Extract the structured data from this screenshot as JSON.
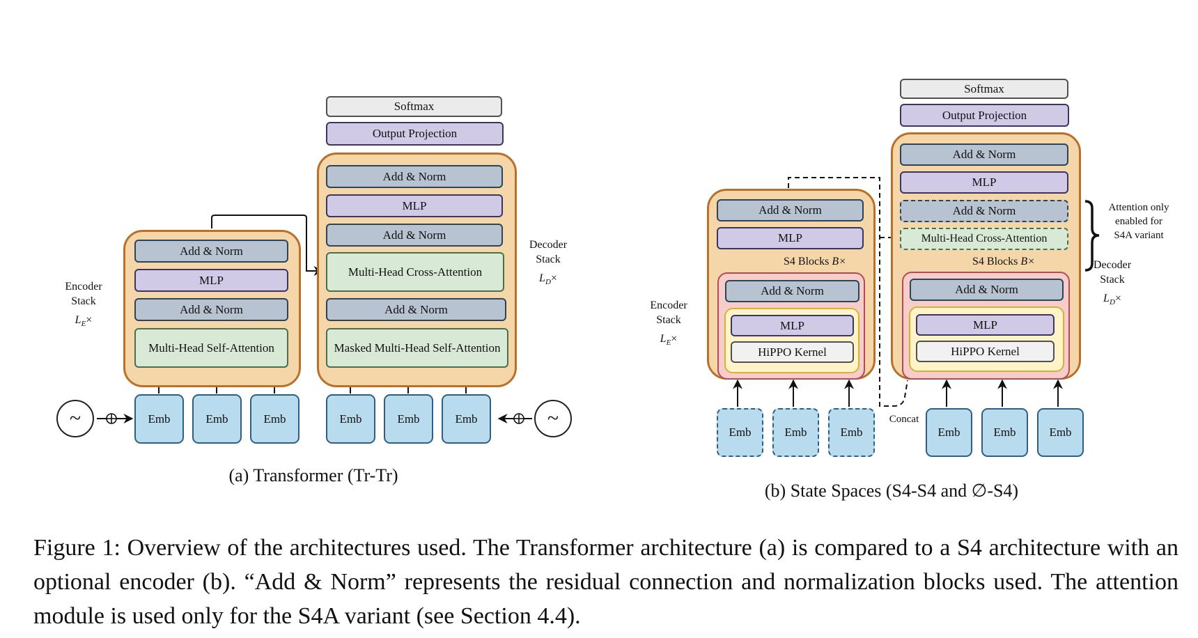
{
  "panel_a": {
    "caption": "(a) Transformer (Tr-Tr)",
    "encoder": {
      "label_line1": "Encoder",
      "label_line2": "Stack",
      "multiplier": "L",
      "multiplier_sub": "E",
      "multiplier_suffix": "×",
      "blocks": [
        "Add & Norm",
        "MLP",
        "Add & Norm",
        "Multi-Head Self-Attention"
      ],
      "embeddings": [
        "Emb",
        "Emb",
        "Emb"
      ]
    },
    "decoder": {
      "label_line1": "Decoder",
      "label_line2": "Stack",
      "multiplier": "L",
      "multiplier_sub": "D",
      "multiplier_suffix": "×",
      "top_blocks": [
        "Softmax",
        "Output Projection"
      ],
      "blocks": [
        "Add & Norm",
        "MLP",
        "Add & Norm",
        "Multi-Head Cross-Attention",
        "Add & Norm",
        "Masked Multi-Head Self-Attention"
      ],
      "embeddings": [
        "Emb",
        "Emb",
        "Emb"
      ]
    },
    "positional_symbol": "~"
  },
  "panel_b": {
    "caption": "(b) State Spaces (S4-S4 and ∅-S4)",
    "encoder": {
      "label_line1": "Encoder",
      "label_line2": "Stack",
      "multiplier": "L",
      "multiplier_sub": "E",
      "multiplier_suffix": "×",
      "blocks": [
        "Add & Norm",
        "MLP"
      ],
      "s4_label": "S4 Blocks",
      "s4_mult": "B×",
      "s4_blocks": [
        "Add & Norm",
        "MLP",
        "HiPPO Kernel"
      ],
      "embeddings": [
        "Emb",
        "Emb",
        "Emb"
      ]
    },
    "decoder": {
      "label_line1": "Decoder",
      "label_line2": "Stack",
      "multiplier": "L",
      "multiplier_sub": "D",
      "multiplier_suffix": "×",
      "top_blocks": [
        "Softmax",
        "Output Projection"
      ],
      "blocks": [
        "Add & Norm",
        "MLP",
        "Add & Norm",
        "Multi-Head Cross-Attention"
      ],
      "s4_label": "S4 Blocks",
      "s4_mult": "B×",
      "s4_blocks": [
        "Add & Norm",
        "MLP",
        "HiPPO Kernel"
      ],
      "embeddings": [
        "Emb",
        "Emb",
        "Emb"
      ]
    },
    "concat_label": "Concat",
    "attention_note": [
      "Attention only",
      "enabled for",
      "S4A variant"
    ]
  },
  "figure_caption": "Figure 1: Overview of the architectures used. The Transformer architecture (a) is compared to a S4 architecture with an optional encoder (b). “Add & Norm” represents the residual connection and normalization blocks used. The attention module is used only for the S4A variant (see Section 4.4).",
  "colors": {
    "norm": "#b7c3d1",
    "mlp": "#d0cae6",
    "attention": "#d8ead6",
    "stack": "#f4d6a8",
    "embedding": "#b9dbee",
    "s4_outer": "#f6cdc8",
    "s4_inner": "#fff4c8"
  }
}
